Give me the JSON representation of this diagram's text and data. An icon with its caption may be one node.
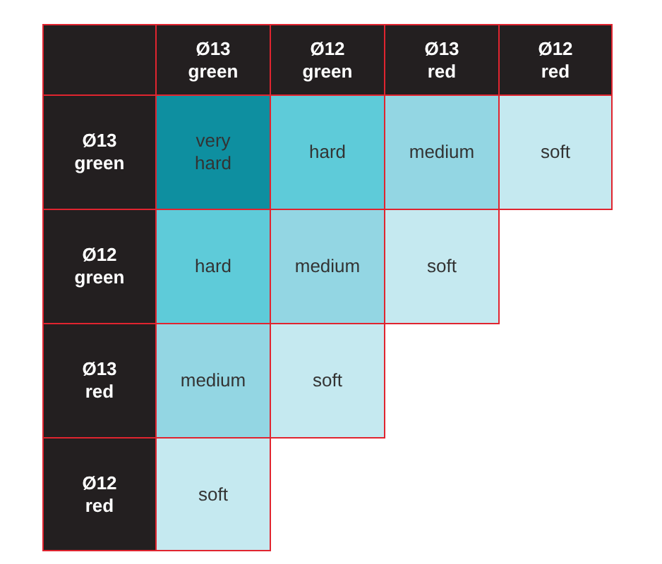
{
  "diagram": {
    "labels": [
      "Ø13 green",
      "Ø12 green",
      "Ø13 red",
      "Ø12 red",
      "Ø13 green",
      "very hard",
      "hard",
      "medium",
      "soft",
      "Ø12 green",
      "hard",
      "medium",
      "soft",
      "Ø13 red",
      "medium",
      "soft",
      "Ø12 red",
      "soft"
    ]
  }
}
